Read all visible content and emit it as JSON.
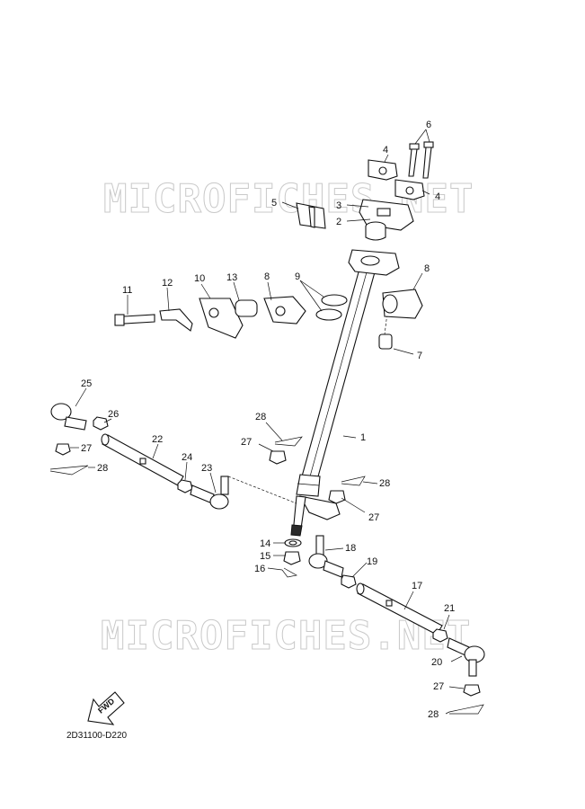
{
  "watermark": "MICROFICHES.NET",
  "diagram_code": "2D31100-D220",
  "fwd_label": "FWD",
  "callouts": [
    {
      "id": "c1",
      "text": "1"
    },
    {
      "id": "c2",
      "text": "2"
    },
    {
      "id": "c3",
      "text": "3"
    },
    {
      "id": "c4a",
      "text": "4"
    },
    {
      "id": "c4b",
      "text": "4"
    },
    {
      "id": "c5",
      "text": "5"
    },
    {
      "id": "c6",
      "text": "6"
    },
    {
      "id": "c7",
      "text": "7"
    },
    {
      "id": "c8a",
      "text": "8"
    },
    {
      "id": "c8b",
      "text": "8"
    },
    {
      "id": "c9",
      "text": "9"
    },
    {
      "id": "c10",
      "text": "10"
    },
    {
      "id": "c11",
      "text": "11"
    },
    {
      "id": "c12",
      "text": "12"
    },
    {
      "id": "c13",
      "text": "13"
    },
    {
      "id": "c14",
      "text": "14"
    },
    {
      "id": "c15",
      "text": "15"
    },
    {
      "id": "c16",
      "text": "16"
    },
    {
      "id": "c17",
      "text": "17"
    },
    {
      "id": "c18",
      "text": "18"
    },
    {
      "id": "c19",
      "text": "19"
    },
    {
      "id": "c20",
      "text": "20"
    },
    {
      "id": "c21",
      "text": "21"
    },
    {
      "id": "c22",
      "text": "22"
    },
    {
      "id": "c23",
      "text": "23"
    },
    {
      "id": "c24",
      "text": "24"
    },
    {
      "id": "c25",
      "text": "25"
    },
    {
      "id": "c26",
      "text": "26"
    },
    {
      "id": "c27a",
      "text": "27"
    },
    {
      "id": "c27b",
      "text": "27"
    },
    {
      "id": "c27c",
      "text": "27"
    },
    {
      "id": "c27d",
      "text": "27"
    },
    {
      "id": "c28a",
      "text": "28"
    },
    {
      "id": "c28b",
      "text": "28"
    },
    {
      "id": "c28c",
      "text": "28"
    },
    {
      "id": "c28d",
      "text": "28"
    }
  ]
}
